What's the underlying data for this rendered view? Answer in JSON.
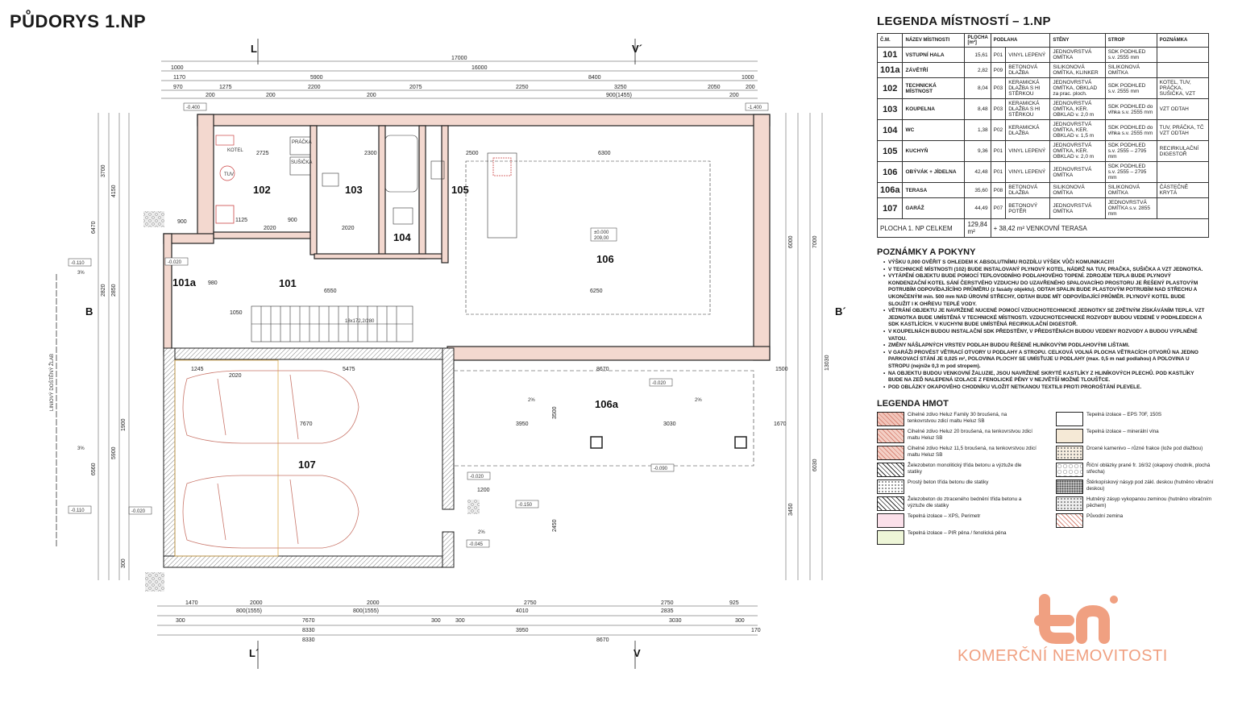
{
  "title": "PŮDORYS 1.NP",
  "plan": {
    "room_labels": [
      {
        "id": "101a",
        "label": "101a"
      },
      {
        "id": "101",
        "label": "101"
      },
      {
        "id": "102",
        "label": "102"
      },
      {
        "id": "103",
        "label": "103"
      },
      {
        "id": "104",
        "label": "104"
      },
      {
        "id": "105",
        "label": "105"
      },
      {
        "id": "106",
        "label": "106"
      },
      {
        "id": "106a",
        "label": "106a"
      },
      {
        "id": "107",
        "label": "107"
      }
    ],
    "section_marks": {
      "L": "L",
      "V_top": "V´",
      "B_left": "B",
      "B_right": "B´",
      "L_bottom": "L´",
      "V_bottom": "V"
    },
    "top_dims": {
      "total": "17000",
      "row2": [
        "1000",
        "16000"
      ],
      "row3": [
        "1170",
        "5900",
        "8400",
        "1000"
      ],
      "row4": [
        "970",
        "1275",
        "2200",
        "2075",
        "2250",
        "3250",
        "2050",
        "200"
      ],
      "row5": [
        "200",
        "200",
        "200",
        "900(1455)",
        "200"
      ]
    },
    "bottom_dims": {
      "row1": [
        "1470",
        "2000",
        "2000",
        "2750",
        "2750",
        "925"
      ],
      "row1b": [
        "800(1555)",
        "800(1555)",
        "4010",
        "2835"
      ],
      "row2": [
        "300",
        "300",
        "7670",
        "300",
        "3030",
        "300"
      ],
      "row3": [
        "8330",
        "3950",
        "170"
      ],
      "row4": [
        "8330",
        "8670"
      ]
    },
    "left_dims": [
      "3700",
      "4150",
      "6470",
      "2820",
      "2850",
      "5900",
      "6560",
      "1900",
      "300"
    ],
    "right_dims": [
      "6000",
      "7000",
      "13030",
      "3450",
      "6030"
    ],
    "elev_tags": [
      "-0.400",
      "-1.400",
      "-0.020",
      "-0.110",
      "-0.110",
      "-0.020",
      "-0.020",
      "-0.090",
      "-0.150",
      "-0.045",
      "-0.020"
    ],
    "floor_level": [
      "±0.000",
      "209,00"
    ],
    "fixtures": {
      "kotel": "KOTEL",
      "tuv": "TUV",
      "pracka": "PRÁČKA",
      "susicka": "SUŠIČKA"
    },
    "slope": [
      "3%",
      "3%",
      "2%",
      "2%",
      "2%"
    ],
    "side_text": "LINIOVÝ DOŠTĚNÝ ŽLAB",
    "stair_label": "18x172,2/280",
    "inner_dims": [
      "2725",
      "2300",
      "2500",
      "6300",
      "6250",
      "6550",
      "1125",
      "900",
      "2020",
      "2020",
      "1245",
      "2020",
      "5475",
      "7670",
      "3950",
      "3030",
      "8670",
      "1670",
      "1500",
      "1050",
      "980",
      "900",
      "1200",
      "3500",
      "2450"
    ]
  },
  "legend_rooms": {
    "title": "LEGENDA MÍSTNOSTÍ – 1.NP",
    "headers": [
      "Č.M.",
      "NÁZEV MÍSTNOSTI",
      "PLOCHA [m²]",
      "PODLAHA",
      "",
      "STĚNY",
      "STROP",
      "POZNÁMKA"
    ],
    "rows": [
      {
        "num": "101",
        "name": "VSTUPNÍ HALA",
        "area": "15,61",
        "floor_code": "P01",
        "floor": "VINYL LEPENÝ",
        "walls": "JEDNOVRSTVÁ OMÍTKA",
        "ceiling": "SDK PODHLED s.v. 2555 mm",
        "note": ""
      },
      {
        "num": "101a",
        "name": "ZÁVĚTŘÍ",
        "area": "2,82",
        "floor_code": "P09",
        "floor": "BETONOVÁ DLAŽBA",
        "walls": "SILIKONOVÁ OMÍTKA, KLINKER",
        "ceiling": "SILIKONOVÁ OMÍTKA",
        "note": ""
      },
      {
        "num": "102",
        "name": "TECHNICKÁ MÍSTNOST",
        "area": "8,04",
        "floor_code": "P03",
        "floor": "KERAMICKÁ DLAŽBA S HI STĚRKOU",
        "walls": "JEDNOVRSTVÁ OMÍTKA, OBKLAD za prac. ploch.",
        "ceiling": "SDK PODHLED s.v. 2555 mm",
        "note": "KOTEL, TUV, PRÁČKA, SUŠIČKA, VZT"
      },
      {
        "num": "103",
        "name": "KOUPELNA",
        "area": "8,48",
        "floor_code": "P03",
        "floor": "KERAMICKÁ DLAŽBA S HI STĚRKOU",
        "walls": "JEDNOVRSTVÁ OMÍTKA, KER. OBKLAD v. 2,0 m",
        "ceiling": "SDK PODHLED do vlhka s.v. 2555 mm",
        "note": "VZT ODTAH"
      },
      {
        "num": "104",
        "name": "WC",
        "area": "1,38",
        "floor_code": "P02",
        "floor": "KERAMICKÁ DLAŽBA",
        "walls": "JEDNOVRSTVÁ OMÍTKA, KER. OBKLAD v. 1,5 m",
        "ceiling": "SDK PODHLED do vlhka s.v. 2555 mm",
        "note": "TUV, PRÁČKA, TČ VZT ODTAH"
      },
      {
        "num": "105",
        "name": "KUCHYŇ",
        "area": "9,36",
        "floor_code": "P01",
        "floor": "VINYL LEPENÝ",
        "walls": "JEDNOVRSTVÁ OMÍTKA, KER. OBKLAD v. 2,0 m",
        "ceiling": "SDK PODHLED s.v. 2555 – 2795 mm",
        "note": "RECIRKULAČNÍ DIGESTOŘ"
      },
      {
        "num": "106",
        "name": "OBÝVÁK + JÍDELNA",
        "area": "42,48",
        "floor_code": "P01",
        "floor": "VINYL LEPENÝ",
        "walls": "JEDNOVRSTVÁ OMÍTKA",
        "ceiling": "SDK PODHLED s.v. 2555 – 2795 mm",
        "note": ""
      },
      {
        "num": "106a",
        "name": "TERASA",
        "area": "35,60",
        "floor_code": "P08",
        "floor": "BETONOVÁ DLAŽBA",
        "walls": "SILIKONOVÁ OMÍTKA",
        "ceiling": "SILIKONOVÁ OMÍTKA",
        "note": "ČÁSTEČNĚ KRYTÁ"
      },
      {
        "num": "107",
        "name": "GARÁŽ",
        "area": "44,49",
        "floor_code": "P07",
        "floor": "BETONOVÝ POTĚR",
        "walls": "JEDNOVRSTVÁ OMÍTKA",
        "ceiling": "JEDNOVRSTVÁ OMÍTKA s.v. 2855 mm",
        "note": ""
      }
    ],
    "total_label": "PLOCHA 1. NP CELKEM",
    "total_area": "129,84 m²",
    "total_extra": "+ 38,42 m² VENKOVNÍ TERASA"
  },
  "notes": {
    "title": "POZNÁMKY A POKYNY",
    "items": [
      "VÝŠKU 0,000 OVĚŘIT S OHLEDEM K ABSOLUTNÍMU ROZDÍLU VÝŠEK VŮČI KOMUNIKACI!!!",
      "V TECHNICKÉ MÍSTNOSTI (102) BUDE INSTALOVANÝ PLYNOVÝ KOTEL, NÁDRŽ NA TUV, PRAČKA, SUŠIČKA A VZT JEDNOTKA.",
      "VYTÁPĚNÍ OBJEKTU BUDE POMOCÍ TEPLOVODNÍHO PODLAHOVÉHO TOPENÍ. ZDROJEM TEPLA BUDE PLYNOVÝ KONDENZAČNÍ KOTEL SÁNÍ ČERSTVÉHO VZDUCHU DO UZAVŘENÉHO SPALOVACÍHO PROSTORU JE ŘEŠENÝ PLASTOVÝM POTRUBÍM ODPOVÍDAJÍCÍHO PRŮMĚRU (z fasády objektu). ODTAH SPALIN BUDE PLASTOVÝM POTRUBÍM NAD STŘECHU A UKONČENÝM min. 500 mm NAD ÚROVNÍ STŘECHY, ODTAH BUDE MÍT ODPOVÍDAJÍCÍ PRŮMĚR. PLYNOVÝ KOTEL BUDE SLOUŽIT I K OHŘEVU TEPLÉ VODY.",
      "VĚTRÁNÍ OBJEKTU JE NAVRŽENÉ NUCENÉ POMOCÍ VZDUCHOTECHNICKÉ JEDNOTKY SE ZPĚTNÝM ZÍSKÁVÁNÍM TEPLA. VZT JEDNOTKA BUDE UMÍSTĚNÁ V TECHNICKÉ MÍSTNOSTI. VZDUCHOTECHNICKÉ ROZVODY BUDOU VEDENÉ V PODHLEDECH A SDK KASTLÍCÍCH. V KUCHYNI BUDE UMÍSTĚNÁ RECIRKULAČNÍ DIGESTOŘ.",
      "V KOUPELNÁCH BUDOU INSTALAČNÍ SDK PŘEDSTĚNY, V PŘEDSTĚNÁCH BUDOU VEDENY ROZVODY A BUDOU VYPLNĚNÉ VATOU.",
      "ZMĚNY NÁŠLAPNÝCH VRSTEV PODLAH BUDOU ŘEŠENÉ HLINÍKOVÝMI PODLAHOVÝMI LIŠTAMI.",
      "V GARÁŽI PROVÉST VĚTRACÍ OTVORY U PODLAHY A STROPU. CELKOVÁ VOLNÁ PLOCHA VĚTRACÍCH OTVORŮ NA JEDNO PARKOVACÍ STÁNÍ JE 0,025 m², POLOVINA PLOCHY SE UMÍSŤUJE U PODLAHY (max. 0,5 m nad podlahou) A POLOVINA U STROPU (nejníže 0,3 m pod stropem).",
      "NA OBJEKTU BUDOU VENKOVNÍ ŽALUZIE, JSOU NAVRŽENÉ SKRYTÉ KASTLÍKY Z HLINÍKOVÝCH PLECHŮ. POD KASTLÍKY BUDE NA ZEĎ NALEPENÁ IZOLACE Z FENOLICKÉ PĚNY V NEJVĚTŠÍ MOŽNÉ TLOUŠŤCE.",
      "POD OBLÁZKY OKAPOVÉHO CHODNÍKU VLOŽIT NETKANOU TEXTILII PROTI PROROŠTÁNÍ PLEVELE."
    ]
  },
  "legend_materials": {
    "title": "LEGENDA HMOT",
    "left": [
      {
        "text": "Cihelné zdivo Heluz Family 30 broušená, na tenkovrstvou zdicí maltu Heluz SB",
        "color": "#f2c6bb",
        "pattern": "hatch-red"
      },
      {
        "text": "Cihelné zdivo Heluz 20 broušená, na tenkovrstvou zdicí maltu Heluz SB",
        "color": "#f4d0c6",
        "pattern": "hatch-red"
      },
      {
        "text": "Cihelné zdivo Heluz 11,5 broušená, na tenkovrstvou zdicí maltu Heluz SB",
        "color": "#f4d0c6",
        "pattern": "hatch-red"
      },
      {
        "text": "Železobeton monolitický třída betonu a výztuže dle statiky",
        "color": "#ffffff",
        "pattern": "hatch-black"
      },
      {
        "text": "Prostý beton třída betonu dle statiky",
        "color": "#ffffff",
        "pattern": "dots"
      },
      {
        "text": "Železobeton do ztraceného bednění třída betonu a výztuže dle statiky",
        "color": "#ffffff",
        "pattern": "hatch-black"
      },
      {
        "text": "Tepelná izolace – XPS, Perimetr",
        "color": "#fbe0ea",
        "pattern": "plain"
      },
      {
        "text": "Tepelná izolace – PIR pěna / fenolická pěna",
        "color": "#eef6d8",
        "pattern": "plain"
      }
    ],
    "right": [
      {
        "text": "Tepelná izolace – EPS 70F, 150S",
        "color": "#ffffff",
        "pattern": "plain"
      },
      {
        "text": "Tepelná izolace – minerální vlna",
        "color": "#f5e9d6",
        "pattern": "plain"
      },
      {
        "text": "Drcené kamenivo – různé frakce (lože pod dlažbou)",
        "color": "#f8efe1",
        "pattern": "dots"
      },
      {
        "text": "Říční oblázky prané fr. 16/32 (okapový chodník, plochá střecha)",
        "color": "#ffffff",
        "pattern": "circles"
      },
      {
        "text": "Štěrkopískový násyp pod zákl. deskou (hutněno vibrační deskou)",
        "color": "#dddddd",
        "pattern": "gravel"
      },
      {
        "text": "Hutněný zásyp vykopanou zeminou (hutněno vibračním pěchem)",
        "color": "#eeeeee",
        "pattern": "dots"
      },
      {
        "text": "Původní zemina",
        "color": "#ffffff",
        "pattern": "hatch-red"
      }
    ]
  },
  "logo": {
    "text": "KOMERČNÍ NEMOVITOSTI",
    "color": "#f0a081"
  }
}
